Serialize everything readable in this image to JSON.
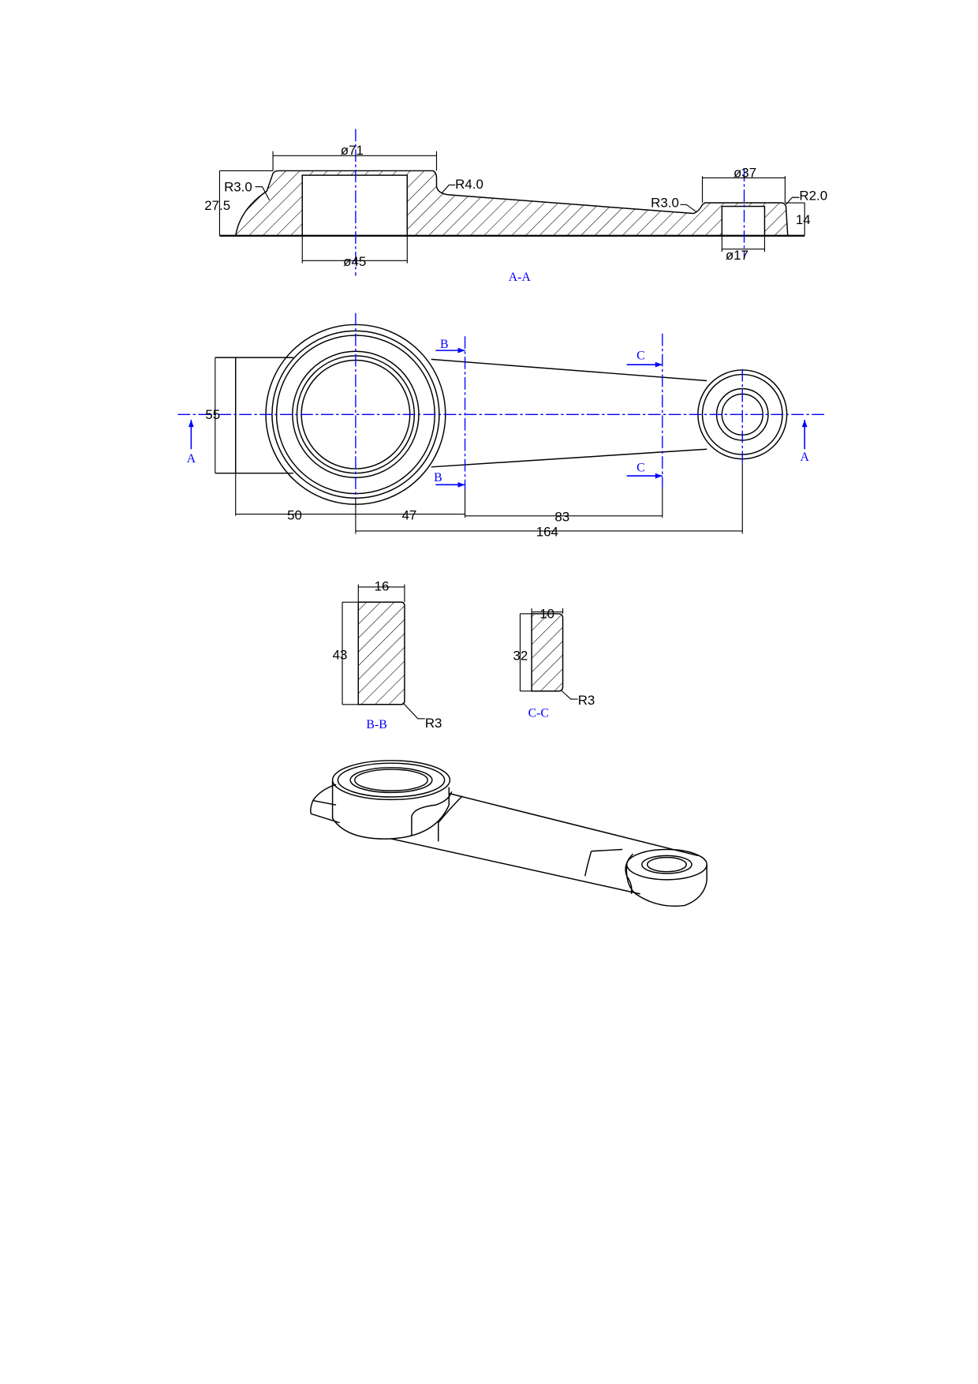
{
  "section_aa": {
    "label": "A-A",
    "dims": {
      "d71": "ø71",
      "d45": "ø45",
      "d37": "ø37",
      "d17": "ø17",
      "h275": "27.5",
      "h14": "14",
      "r3a": "R3.0",
      "r4": "R4.0",
      "r3b": "R3.0",
      "r2": "R2.0"
    }
  },
  "plan_view": {
    "dims": {
      "w55": "55",
      "l50": "50",
      "l47": "47",
      "l83": "83",
      "l164": "164"
    },
    "markers": {
      "a_left": "A",
      "a_right": "A",
      "b_top": "B",
      "b_bottom": "B",
      "c_top": "C",
      "c_bottom": "C"
    }
  },
  "section_bb": {
    "label": "B-B",
    "width": "16",
    "height": "43",
    "radius": "R3"
  },
  "section_cc": {
    "label": "C-C",
    "width": "10",
    "height": "32",
    "radius": "R3"
  },
  "colors": {
    "line": "#000000",
    "annotation": "#0000ff"
  }
}
